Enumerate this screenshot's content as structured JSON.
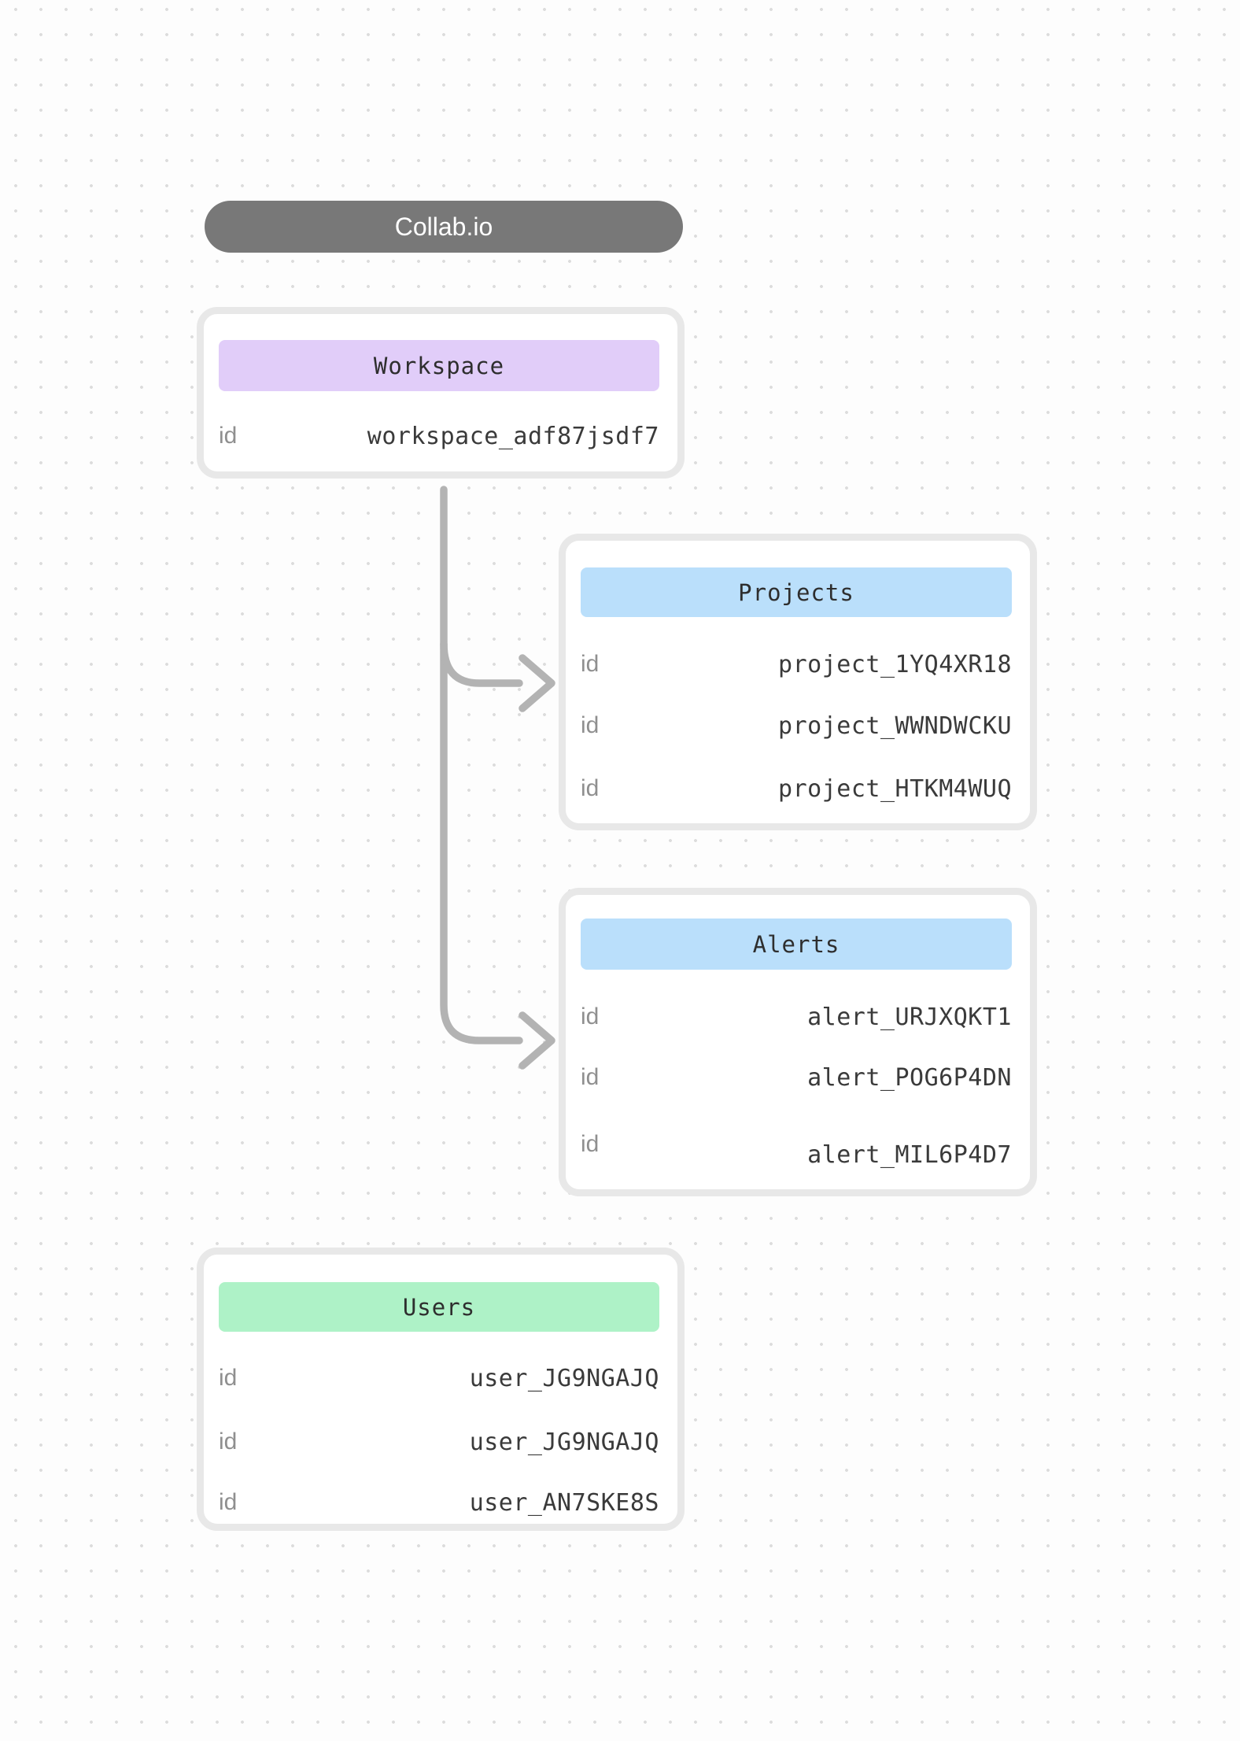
{
  "app": {
    "title": "Collab.io"
  },
  "colors": {
    "pill_background": "#787878",
    "workspace_header": "#e1cdf9",
    "projects_header": "#badffb",
    "alerts_header": "#badffb",
    "users_header": "#aef2c7",
    "connector": "#b3b3b3",
    "card_border": "#e8e8e8",
    "key_text": "#8f8f8f",
    "value_text": "#3a3a3a"
  },
  "entities": [
    {
      "title": "Workspace",
      "rows": [
        {
          "key": "id",
          "value": "workspace_adf87jsdf7"
        }
      ]
    },
    {
      "title": "Projects",
      "rows": [
        {
          "key": "id",
          "value": "project_1YQ4XR18"
        },
        {
          "key": "id",
          "value": "project_WWNDWCKU"
        },
        {
          "key": "id",
          "value": "project_HTKM4WUQ"
        }
      ]
    },
    {
      "title": "Alerts",
      "rows": [
        {
          "key": "id",
          "value": "alert_URJXQKT1"
        },
        {
          "key": "id",
          "value": "alert_POG6P4DN"
        },
        {
          "key": "id",
          "value": "alert_MIL6P4D7"
        }
      ]
    },
    {
      "title": "Users",
      "rows": [
        {
          "key": "id",
          "value": "user_JG9NGAJQ"
        },
        {
          "key": "id",
          "value": "user_JG9NGAJQ"
        },
        {
          "key": "id",
          "value": "user_AN7SKE8S"
        }
      ]
    }
  ],
  "edges": [
    {
      "from": "Workspace",
      "to": "Projects"
    },
    {
      "from": "Workspace",
      "to": "Alerts"
    }
  ]
}
